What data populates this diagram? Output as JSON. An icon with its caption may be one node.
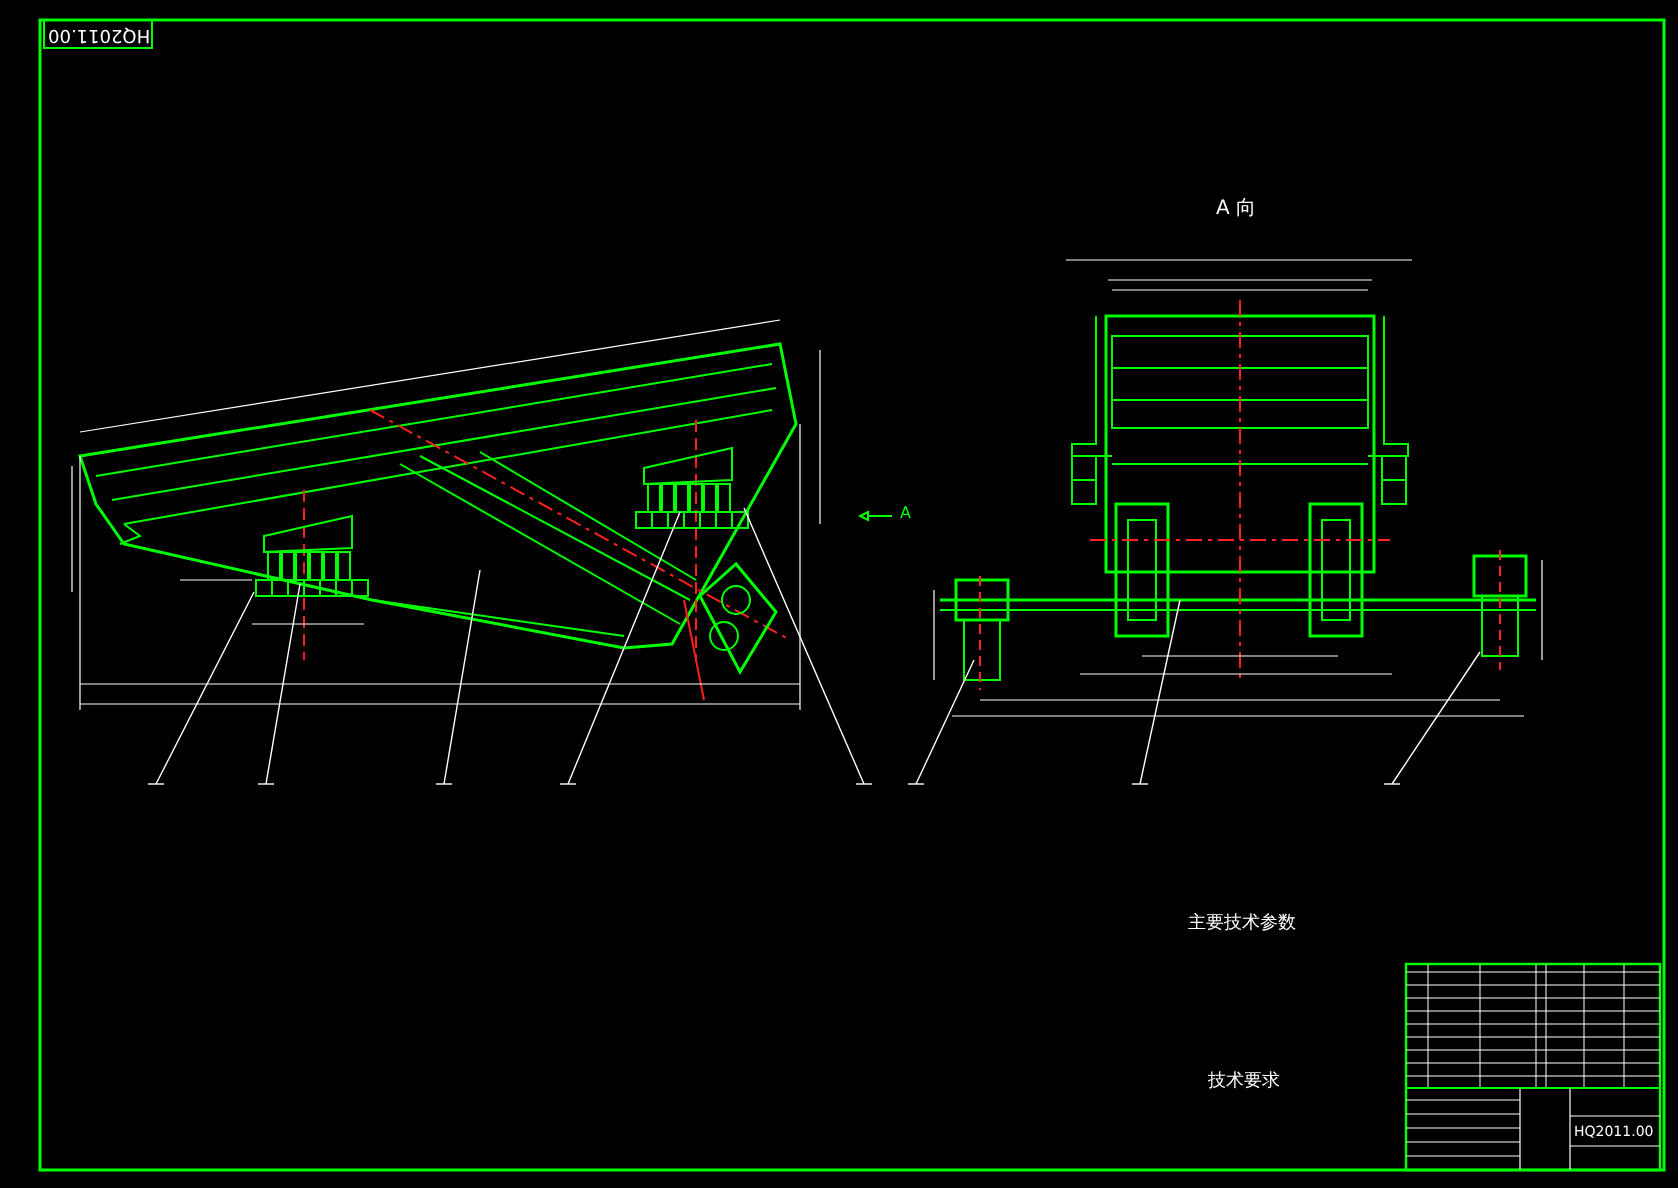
{
  "diagram": {
    "labels": [
      "HQ2011.00",
      "A 向",
      "A",
      "主要技术参数",
      "技术要求",
      "HQ2011.00"
    ]
  }
}
